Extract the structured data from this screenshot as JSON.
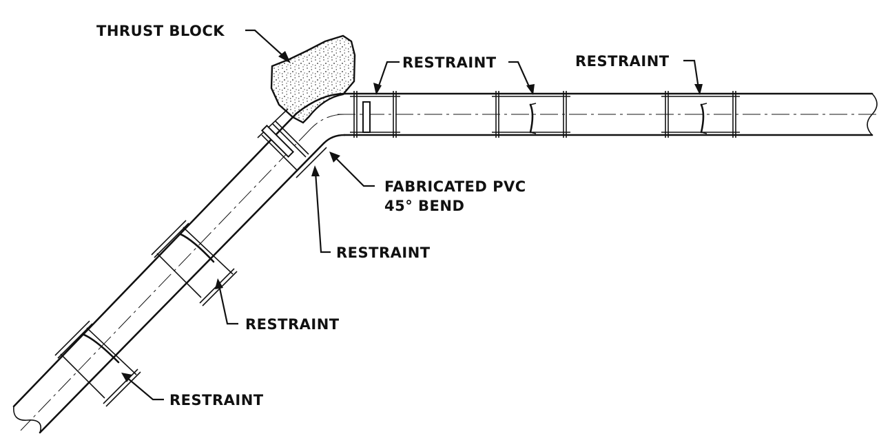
{
  "colors": {
    "line": "#111111",
    "background": "#ffffff",
    "stipple": "#555555"
  },
  "labels": {
    "thrust_block": "THRUST BLOCK",
    "restraint_top_left": "RESTRAINT",
    "restraint_top_right": "RESTRAINT",
    "bend_line1": "FABRICATED PVC",
    "bend_line2": "45° BEND",
    "restraint_bend": "RESTRAINT",
    "restraint_mid": "RESTRAINT",
    "restraint_low": "RESTRAINT"
  }
}
